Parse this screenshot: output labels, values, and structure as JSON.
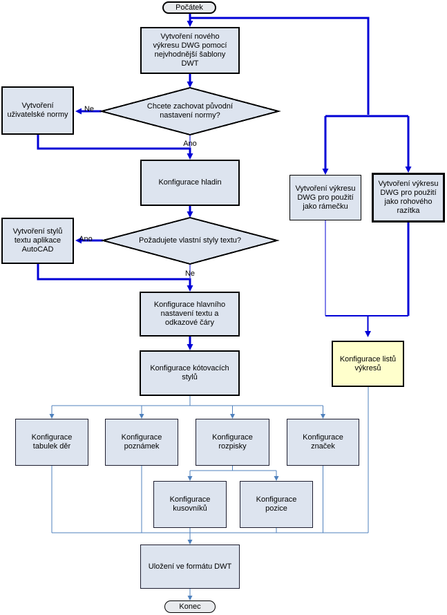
{
  "flowchart": {
    "start": "Počátek",
    "end": "Konec",
    "nodes": {
      "create_new": "Vytvoření nového výkresu DWG pomocí nejvhodnější šablony DWT",
      "keep_norm_q": "Chcete zachovat původní nastavení normy?",
      "user_norm": "Vytvoření uživatelské normy",
      "layers": "Konfigurace hladin",
      "text_styles_q": "Požadujete vlastní styly textu?",
      "text_styles": "Vytvoření stylů textu aplikace AutoCAD",
      "main_text": "Konfigurace hlavního nastavení textu a odkazové čáry",
      "dim_styles": "Konfigurace kótovacích stylů",
      "frame": "Vytvoření výkresu DWG pro použití jako rámečku",
      "stamp": "Vytvoření výkresu DWG pro použití jako rohového razítka",
      "sheets": "Konfigurace listů výkresů",
      "holes": "Konfigurace tabulek děr",
      "notes": "Konfigurace poznámek",
      "parts_list": "Konfigurace rozpisky",
      "symbols": "Konfigurace značek",
      "boms": "Konfigurace kusovníků",
      "balloons": "Konfigurace pozice",
      "save": "Uložení ve formátu DWT"
    },
    "decisions": {
      "d1_left": "Ne",
      "d1_down": "Ano",
      "d2_left": "Ano",
      "d2_down": "Ne"
    },
    "colors": {
      "node_fill": "#dde4ef",
      "highlight_fill": "#ffffcc",
      "oval_fill": "#e8eaed",
      "flow_blue": "#0000d6",
      "secondary_blue": "#4f81bd",
      "border": "#000000"
    }
  }
}
